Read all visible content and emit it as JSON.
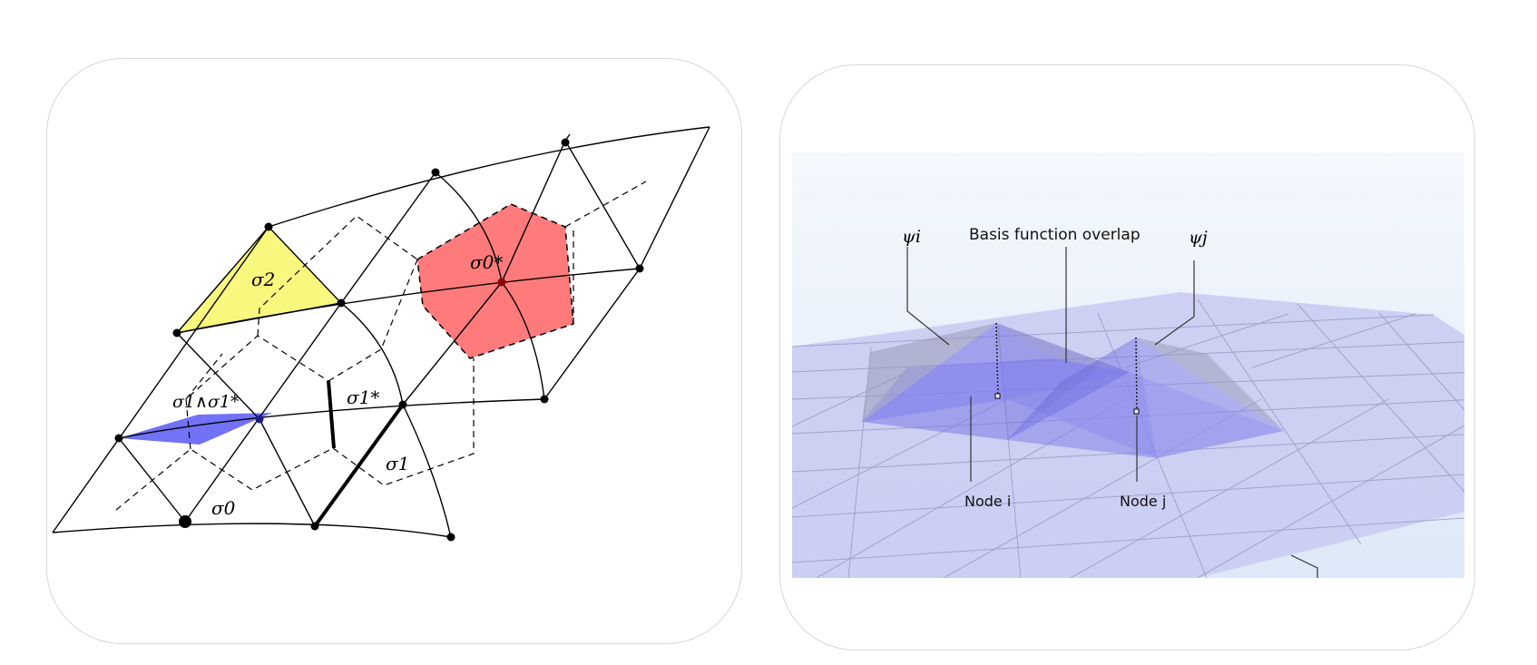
{
  "left_diagram": {
    "labels": {
      "sigma0": "σ0",
      "sigma0_star": "σ0*",
      "sigma1": "σ1",
      "sigma1_star": "σ1*",
      "sigma2": "σ2",
      "wedge": "σ1∧σ1*"
    },
    "colors": {
      "dual_cell": "#ff7b7b",
      "triangle": "#f8f77e",
      "wedge_region": "#6a6af5",
      "lines": "#000000"
    }
  },
  "right_diagram": {
    "labels": {
      "psi_i": "ψi",
      "psi_j": "ψj",
      "overlap": "Basis function overlap",
      "node_i": "Node i",
      "node_j": "Node j"
    },
    "colors": {
      "mesh_fill": "#c9ccf2",
      "mesh_lines": "#9aa0c8",
      "pyramid": "#8585f0",
      "background": "#e7f0fb"
    }
  }
}
